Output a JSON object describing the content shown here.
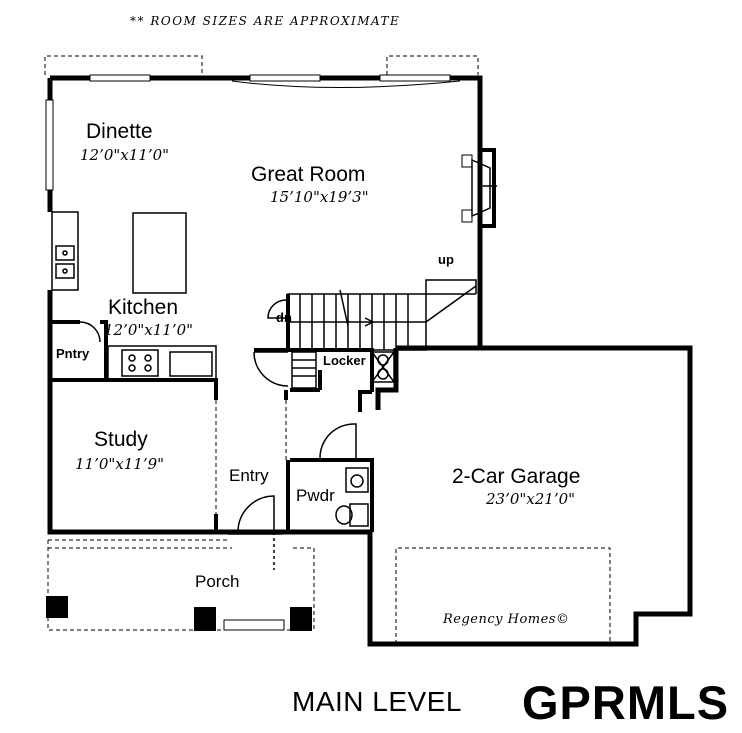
{
  "note": "** ROOM SIZES ARE APPROXIMATE",
  "rooms": {
    "dinette": {
      "name": "Dinette",
      "size": "12’0\"x11’0\""
    },
    "great_room": {
      "name": "Great Room",
      "size": "15’10\"x19’3\""
    },
    "kitchen": {
      "name": "Kitchen",
      "size": "12’0\"x11’0\""
    },
    "study": {
      "name": "Study",
      "size": "11’0\"x11’9\""
    },
    "garage": {
      "name": "2-Car Garage",
      "size": "23’0\"x21’0\""
    },
    "entry": {
      "name": "Entry"
    },
    "porch": {
      "name": "Porch"
    },
    "pantry": {
      "name": "Pntry"
    },
    "locker": {
      "name": "Locker"
    },
    "powder": {
      "name": "Pwdr"
    }
  },
  "stairs": {
    "up": "up",
    "down": "dn"
  },
  "credit": "Regency Homes©",
  "footer": {
    "level": "MAIN LEVEL",
    "logo": "GPRMLS"
  },
  "colors": {
    "ink": "#000000",
    "background": "#ffffff"
  }
}
